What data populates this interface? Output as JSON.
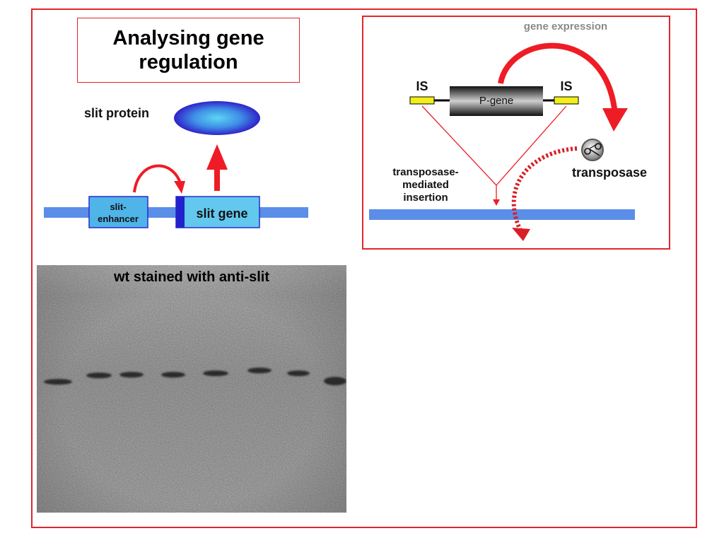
{
  "title": "Analysing gene regulation",
  "left_diagram": {
    "protein_label": "slit protein",
    "enhancer_label_line1": "slit-",
    "enhancer_label_line2": "enhancer",
    "gene_label": "slit gene"
  },
  "right_diagram": {
    "expression_label": "gene expression",
    "is_left": "IS",
    "is_right": "IS",
    "p_gene_label": "P-gene",
    "transposase_label": "transposase",
    "insertion_line1": "transposase-",
    "insertion_line2": "mediated",
    "insertion_line3": "insertion"
  },
  "micrograph": {
    "caption": "wt stained with anti-slit"
  },
  "colors": {
    "frame_red": "#e0262e",
    "dna_blue": "#5b8ee8",
    "gene_box": "#62c8ee",
    "enhancer_box": "#4fb4e8",
    "is_yellow": "#f2ee1a"
  }
}
